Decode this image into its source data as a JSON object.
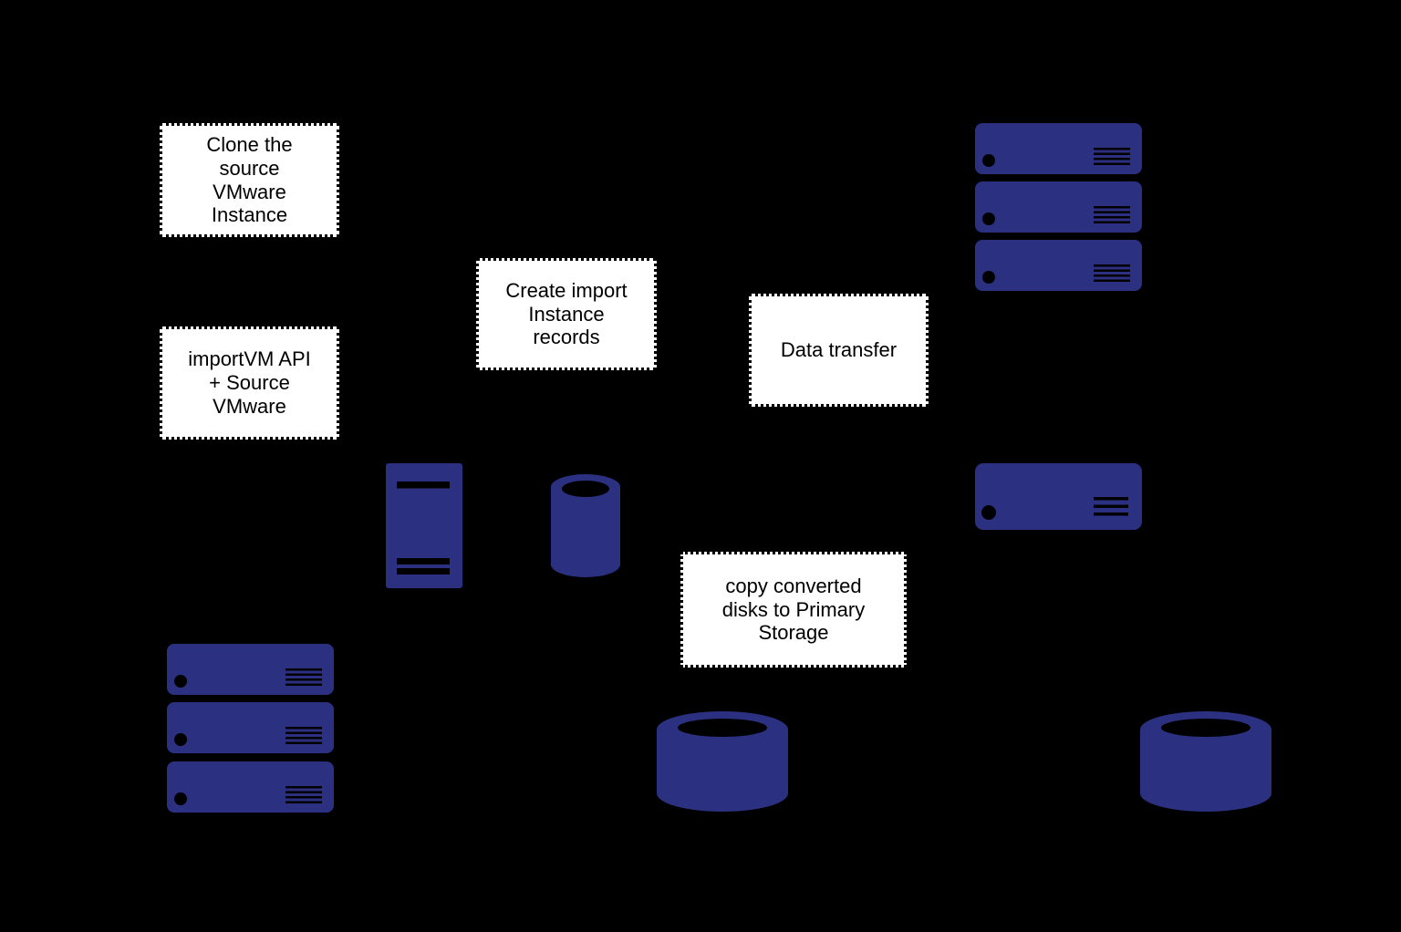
{
  "colors": {
    "background": "#000000",
    "accent": "#2b3180",
    "note_bg": "#ffffff",
    "note_border": "#000000",
    "note_text": "#000000"
  },
  "notes": {
    "clone": {
      "label": "Clone the\nsource\nVMware\nInstance"
    },
    "create_import": {
      "label": "Create import\nInstance\nrecords"
    },
    "data_transfer": {
      "label": "Data transfer"
    },
    "importvm": {
      "label": "importVM API\n+ Source\nVMware"
    },
    "copy_disks": {
      "label": "copy converted\ndisks to Primary\nStorage"
    }
  },
  "icons": {
    "top_right_server_stack": {
      "icon": "rack-server-icon",
      "count": 3
    },
    "middle_right_server": {
      "icon": "rack-server-icon",
      "count": 1
    },
    "bottom_left_server_stack": {
      "icon": "rack-server-icon",
      "count": 3
    },
    "tower_server": {
      "icon": "tower-server-icon",
      "count": 1
    },
    "database": {
      "icon": "database-cylinder-icon",
      "count": 1
    },
    "storage_center": {
      "icon": "storage-cylinder-icon",
      "count": 1
    },
    "storage_right": {
      "icon": "storage-cylinder-icon",
      "count": 1
    }
  }
}
